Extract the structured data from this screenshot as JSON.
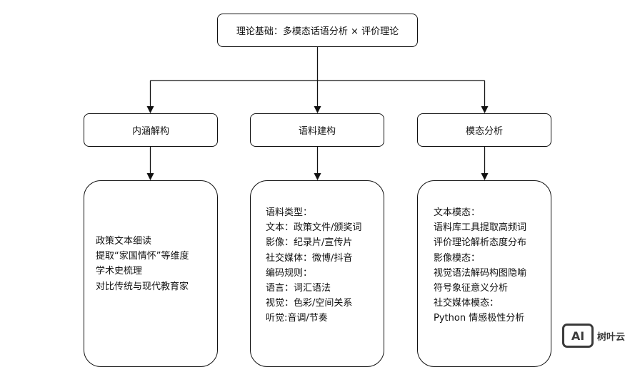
{
  "root": {
    "label": "理论基础：多模态话语分析 × 评价理论"
  },
  "branches": [
    {
      "title": "内涵解构",
      "lines": [
        "政策文本细读",
        "提取“家国情怀”等维度",
        "学术史梳理",
        "对比传统与现代教育家"
      ]
    },
    {
      "title": "语料建构",
      "lines": [
        "语料类型：",
        "文本：政策文件/颁奖词",
        "影像：纪录片/宣传片",
        "社交媒体：微博/抖音",
        "编码规则：",
        "语言：词汇语法",
        "视觉：色彩/空间关系",
        "听觉:音调/节奏"
      ]
    },
    {
      "title": "模态分析",
      "lines": [
        "文本模态：",
        "语料库工具提取高频词",
        "评价理论解析态度分布",
        "影像模态：",
        "视觉语法解码构图隐喻",
        "符号象征意义分析",
        "社交媒体模态：",
        "Python 情感极性分析"
      ]
    }
  ],
  "watermark": {
    "logo": "AI",
    "text": "树叶云"
  },
  "colors": {
    "stroke": "#111111",
    "background": "#ffffff",
    "watermark": "#3a3a3a"
  }
}
